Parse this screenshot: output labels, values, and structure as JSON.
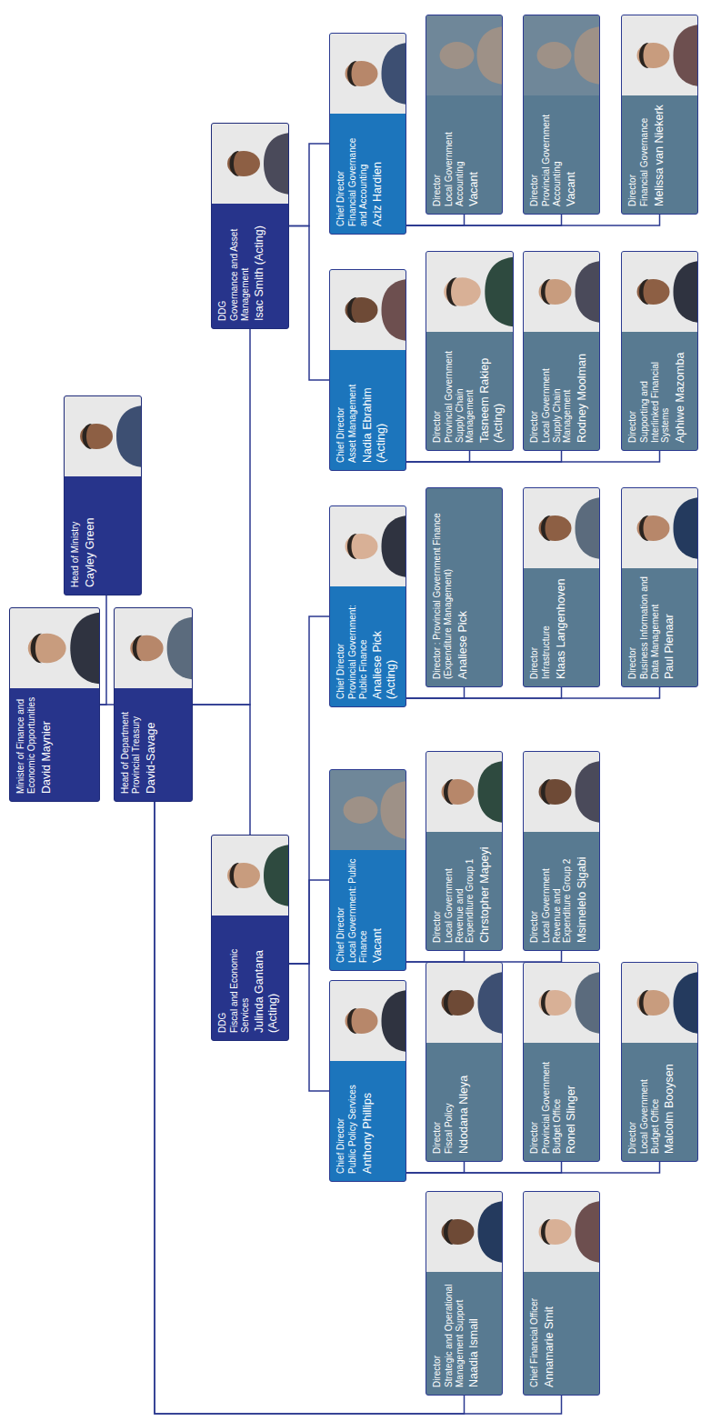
{
  "diagram": {
    "nodes": [
      {
        "text": [
          "Minister of Finance and Economic Opportunities",
          "David Maynier"
        ]
      },
      {
        "text": [
          "Head of Ministry",
          "Cayley Green"
        ]
      },
      {
        "text": [
          "Head of Department Provincial Treasury",
          "David-Savage"
        ]
      },
      {
        "text": [
          "Director",
          "Strategic and Operational Management Support",
          "Naadia Ismail"
        ]
      },
      {
        "text": [
          "Chief Financial Officer",
          "Annamarie Smit"
        ]
      },
      {
        "text": [
          "DDG",
          "Fiscal and Economic Services",
          "Julinda Gantana (Acting)"
        ]
      },
      {
        "text": [
          "DDG",
          "Governance and Asset Management",
          "Isac Smith (Acting)"
        ]
      },
      {
        "text": [
          "Chief Director",
          "Public Policy Services",
          "Anthony Phillips"
        ]
      },
      {
        "text": [
          "Director",
          "Fiscal Policy",
          "Ndodana Nleya"
        ]
      },
      {
        "text": [
          "Director",
          "Provincial Government Budget Office",
          "Ronel Slinger"
        ]
      },
      {
        "text": [
          "Director",
          "Local Government Budget Office",
          "Malcolm Booysen"
        ]
      },
      {
        "text": [
          "Chief Director",
          "Local Government: Public Finance",
          "Vacant"
        ]
      },
      {
        "text": [
          "Director",
          "Local Government Revenue and Expenditure Group 1",
          "Chrstopher Mapeyi"
        ]
      },
      {
        "text": [
          "Director",
          "Local Government Revenue and Expenditure Group 2",
          "Msimelelo Sigabi"
        ]
      },
      {
        "text": [
          "Chief Director",
          "Provincial Government: Public Finance",
          "Analiese Pick (Acting)"
        ]
      },
      {
        "text": [
          "Director : Provincial Government Finance (Expenditure Management)",
          "Analiese Pick"
        ]
      },
      {
        "text": [
          "Director",
          "Infrastructure",
          "Klaas Langenhoven"
        ]
      },
      {
        "text": [
          "Director",
          "Business Information and Data Management",
          "Paul Pienaar"
        ]
      },
      {
        "text": [
          "Chief Director",
          "Asset Management",
          "Nadia Ebrahim (Acting)"
        ]
      },
      {
        "text": [
          "Director",
          "Provincial Government Supply Chain Management",
          "Tasneem Rakiep (Acting)"
        ]
      },
      {
        "text": [
          "Director",
          "Local Government Supply Chain Management",
          "Rodney Moolman"
        ]
      },
      {
        "text": [
          "Director",
          "Supporting and Interlinked Financial Systems",
          "Aphiwe Mazomba"
        ]
      },
      {
        "text": [
          "Chief Director",
          "Financial Governance and Accounting",
          "Aziz Hardien"
        ]
      },
      {
        "text": [
          "Director",
          "Local Government Accounting",
          "Vacant"
        ]
      },
      {
        "text": [
          "Director",
          "Provincial Government Accounting",
          "Vacant"
        ]
      },
      {
        "text": [
          "Director",
          "Financial Governance",
          "Melissa van Niekerk"
        ]
      }
    ],
    "edges": [
      {
        "from": 0,
        "to": 2,
        "arrow": "none"
      },
      {
        "from": 0,
        "to": 1,
        "arrow": "none"
      },
      {
        "from": 2,
        "to": 3,
        "arrow": "none"
      },
      {
        "from": 2,
        "to": 4,
        "arrow": "none"
      },
      {
        "from": 2,
        "to": 5,
        "arrow": "none"
      },
      {
        "from": 2,
        "to": 6,
        "arrow": "none"
      },
      {
        "from": 5,
        "to": 7,
        "arrow": "none"
      },
      {
        "from": 5,
        "to": 11,
        "arrow": "none"
      },
      {
        "from": 5,
        "to": 14,
        "arrow": "none"
      },
      {
        "from": 6,
        "to": 18,
        "arrow": "none"
      },
      {
        "from": 6,
        "to": 22,
        "arrow": "none"
      },
      {
        "from": 7,
        "to": 8,
        "arrow": "none"
      },
      {
        "from": 7,
        "to": 9,
        "arrow": "none"
      },
      {
        "from": 7,
        "to": 10,
        "arrow": "none"
      },
      {
        "from": 11,
        "to": 12,
        "arrow": "none"
      },
      {
        "from": 11,
        "to": 13,
        "arrow": "none"
      },
      {
        "from": 14,
        "to": 15,
        "arrow": "none"
      },
      {
        "from": 14,
        "to": 16,
        "arrow": "none"
      },
      {
        "from": 14,
        "to": 17,
        "arrow": "none"
      },
      {
        "from": 18,
        "to": 19,
        "arrow": "none"
      },
      {
        "from": 18,
        "to": 20,
        "arrow": "none"
      },
      {
        "from": 18,
        "to": 21,
        "arrow": "none"
      },
      {
        "from": 22,
        "to": 23,
        "arrow": "none"
      },
      {
        "from": 22,
        "to": 24,
        "arrow": "none"
      },
      {
        "from": 22,
        "to": 25,
        "arrow": "none"
      }
    ]
  }
}
